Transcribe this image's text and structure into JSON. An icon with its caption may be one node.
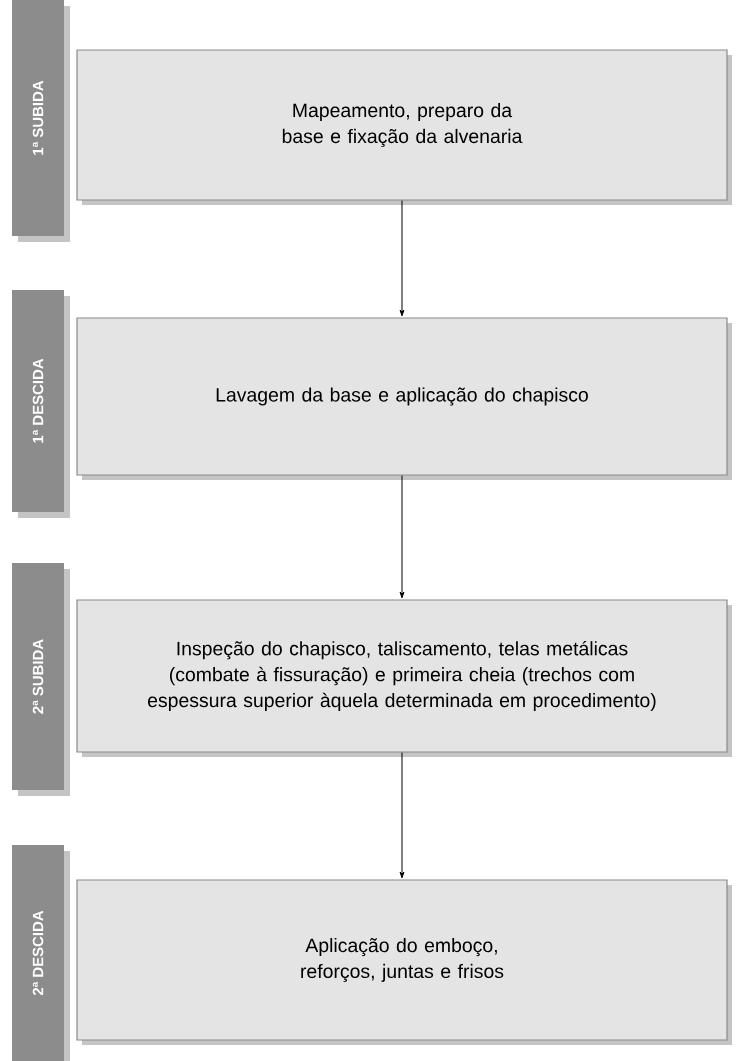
{
  "diagram": {
    "nodes": [
      {
        "text": [
          "1ª SUBIDA"
        ]
      },
      {
        "text": [
          "Mapeamento, preparo da base e fixação da alvenaria"
        ]
      },
      {
        "text": [
          "1ª DESCIDA"
        ]
      },
      {
        "text": [
          "Lavagem da base e aplicação do chapisco"
        ]
      },
      {
        "text": [
          "2ª SUBIDA"
        ]
      },
      {
        "text": [
          "Inspeção do chapisco, taliscamento, telas metálicas (combate à fissuração) e primeira cheia (trechos com espessura superior àquela determinada em procedimento)"
        ]
      },
      {
        "text": [
          "2ª DESCIDA"
        ]
      },
      {
        "text": [
          "Aplicação do emboço, reforços, juntas e frisos"
        ]
      }
    ],
    "edges": [
      {
        "from": 1,
        "to": 3,
        "arrow": "to"
      },
      {
        "from": 3,
        "to": 5,
        "arrow": "to"
      },
      {
        "from": 5,
        "to": 7,
        "arrow": "to"
      }
    ]
  }
}
